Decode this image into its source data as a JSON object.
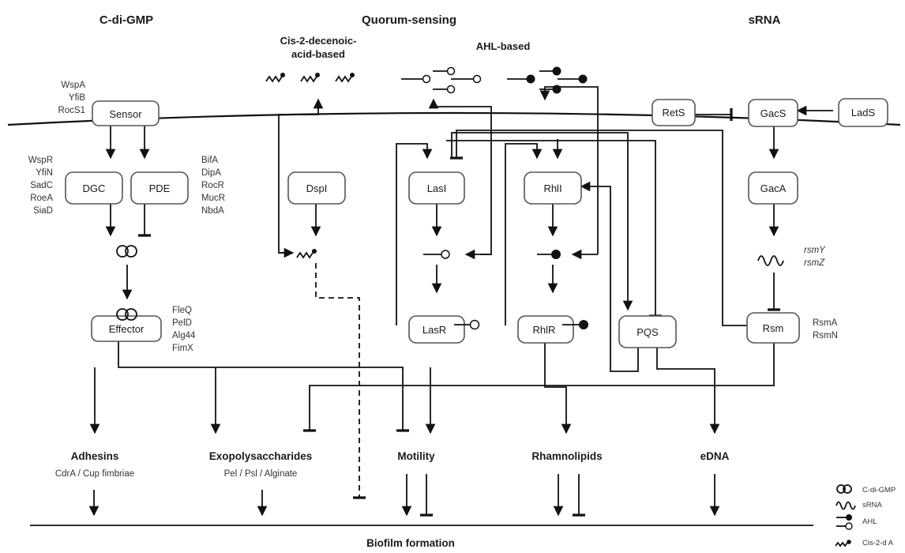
{
  "sections": {
    "cdigmp": "C-di-GMP",
    "quorum": "Quorum-sensing",
    "srna": "sRNA"
  },
  "qs_sub": {
    "cis_line1": "Cis-2-decenoic-",
    "cis_line2": "acid-based",
    "ahl": "AHL-based"
  },
  "boxes": {
    "sensor": "Sensor",
    "dgc": "DGC",
    "pde": "PDE",
    "effector": "Effector",
    "dspi": "DspI",
    "lasi": "LasI",
    "lasr": "LasR",
    "rhli": "RhlI",
    "rhlr": "RhlR",
    "pqs": "PQS",
    "rets": "RetS",
    "gacs": "GacS",
    "lads": "LadS",
    "gaca": "GacA",
    "rsm": "Rsm"
  },
  "protein_lists": {
    "sensor": [
      "WspA",
      "YfiB",
      "RocS1"
    ],
    "dgc": [
      "WspR",
      "YfiN",
      "SadC",
      "RoeA",
      "SiaD"
    ],
    "pde": [
      "BifA",
      "DipA",
      "RocR",
      "MucR",
      "NbdA"
    ],
    "effector": [
      "FleQ",
      "PelD",
      "Alg44",
      "FimX"
    ],
    "srna": [
      "rsmY",
      "rsmZ"
    ],
    "rsm": [
      "RsmA",
      "RsmN"
    ]
  },
  "outputs": {
    "adhesins": "Adhesins",
    "adhesins_sub": "CdrA / Cup fimbriae",
    "exopoly": "Exopolysaccharides",
    "exopoly_sub": "Pel / Psl / Alginate",
    "motility": "Motility",
    "rhamno": "Rhamnolipids",
    "edna": "eDNA"
  },
  "biofilm": "Biofilm formation",
  "legend": {
    "cdigmp": "C-di-GMP",
    "srna": "sRNA",
    "ahl": "AHL",
    "cis": "Cis-2-d A"
  },
  "icons": [
    "cdigmp-icon",
    "srna-icon",
    "ahl-open-icon",
    "ahl-filled-icon",
    "cis-decenoic-icon"
  ]
}
